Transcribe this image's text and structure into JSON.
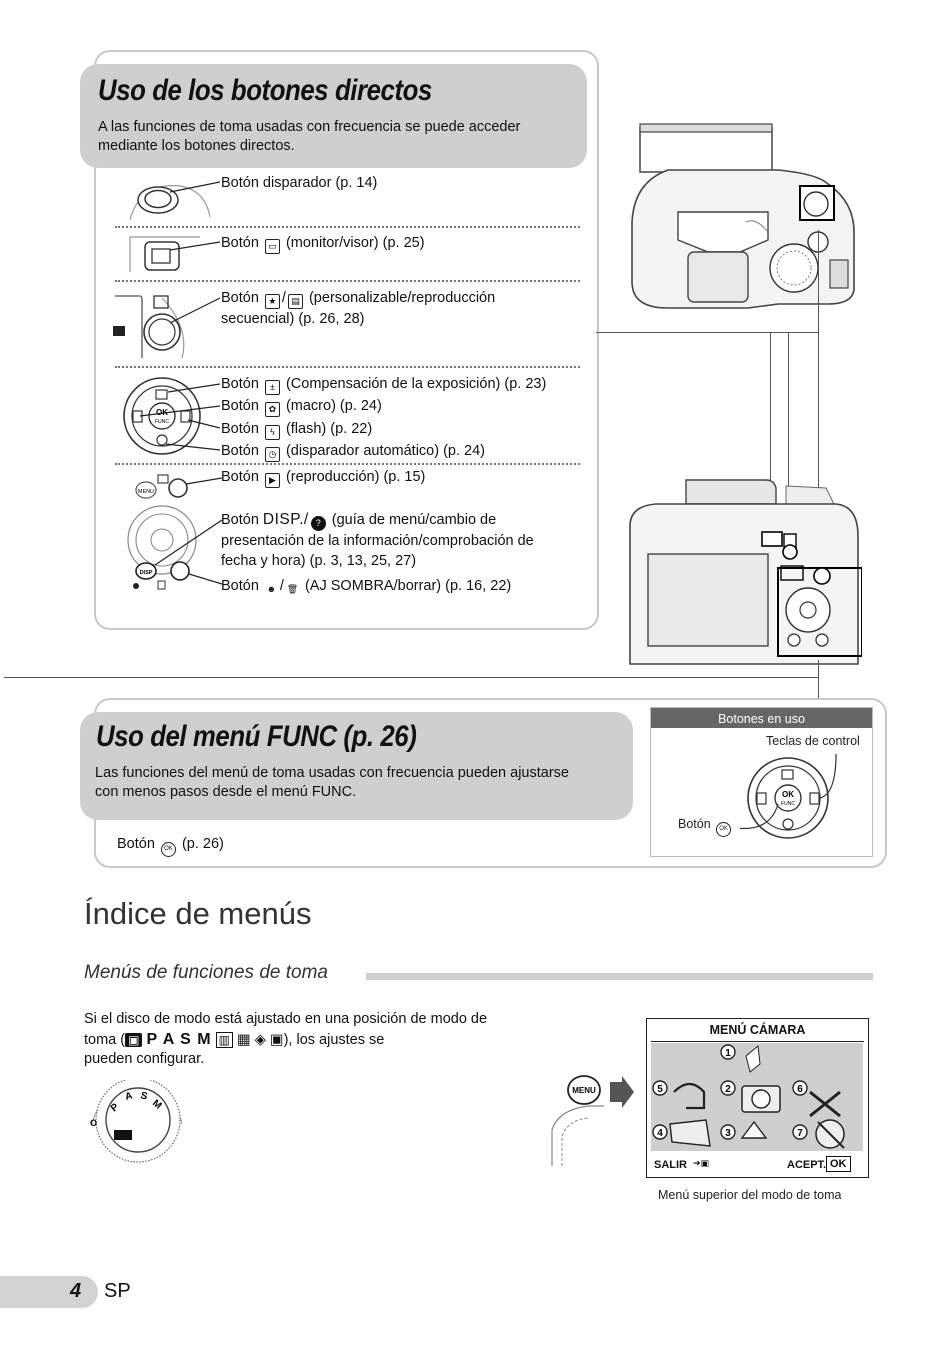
{
  "section1": {
    "title": "Uso de los botones directos",
    "description": "A las funciones de toma usadas con frecuencia se puede acceder mediante los botones directos.",
    "items": [
      {
        "prefix": "Botón disparador (p. 14)",
        "suffix": ""
      },
      {
        "prefix": "Botón ",
        "suffix": " (monitor/visor) (p. 25)"
      },
      {
        "prefix": "Botón ",
        "suffix": " (personalizable/reproducción",
        "line2": "secuencial) (p. 26, 28)"
      },
      {
        "prefix": "Botón ",
        "suffix": " (Compensación de la exposición) (p. 23)"
      },
      {
        "prefix": "Botón ",
        "suffix": "  (macro) (p. 24)"
      },
      {
        "prefix": "Botón ",
        "suffix": "  (flash) (p. 22)"
      },
      {
        "prefix": "Botón ",
        "suffix": " (disparador automático) (p. 24)"
      },
      {
        "prefix": "Botón ",
        "suffix": " (reproducción) (p. 15)"
      },
      {
        "prefix": "Botón ",
        "disp": "DISP./",
        "suffix": " (guía de menú/cambio de",
        "line2": "presentación de la información/comprobación de",
        "line3": "fecha y hora) (p. 3, 13, 25, 27)"
      },
      {
        "prefix": "Botón ",
        "suffix": " (AJ SOMBRA/borrar) (p. 16, 22)"
      }
    ]
  },
  "section2": {
    "title": "Uso del menú FUNC (p. 26)",
    "description": "Las funciones del menú de toma usadas con frecuencia pueden ajustarse con menos pasos desde el menú FUNC.",
    "func_button_prefix": "Botón ",
    "func_button_suffix": " (p. 26)",
    "side_panel": {
      "header": "Botones en uso",
      "control_keys": "Teclas de control",
      "button_label": "Botón "
    }
  },
  "menu_index": {
    "title": "Índice de menús",
    "subtitle": "Menús de funciones de toma",
    "para_line1": "Si el disco de modo está ajustado en una posición de modo de",
    "para_line2_pre": "toma (",
    "modes": "P A S M",
    "para_line2_post": "), los ajustes se",
    "para_line3": "pueden configurar.",
    "camera_menu": {
      "title": "MENÚ CÁMARA",
      "numbers": [
        "1",
        "2",
        "3",
        "4",
        "5",
        "6",
        "7"
      ],
      "exit": "SALIR",
      "accept": "ACEPT."
    },
    "caption": "Menú superior del modo de toma"
  },
  "footer": {
    "page_number": "4",
    "language": "SP"
  }
}
